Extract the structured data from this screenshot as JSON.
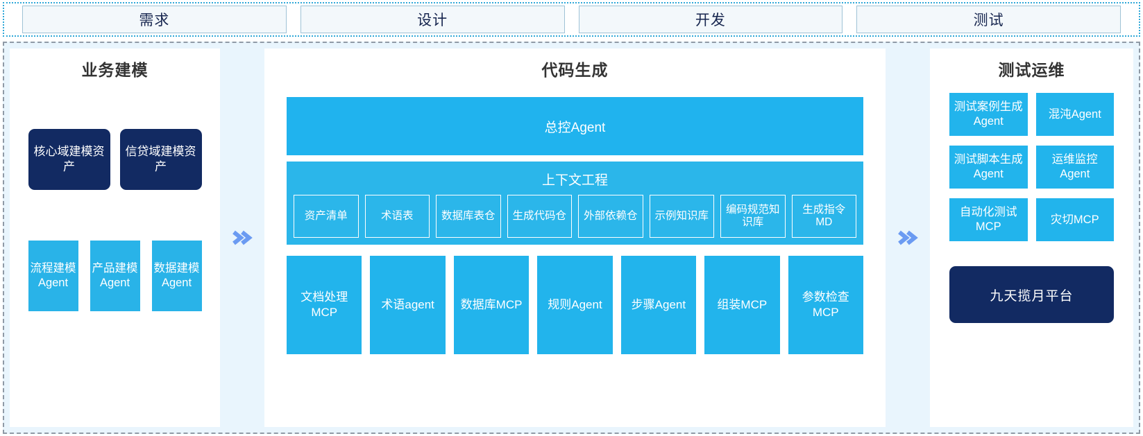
{
  "theme": {
    "accent_blue": "#22b4ec",
    "navy": "#122a62",
    "panel_bg": "#ffffff",
    "canvas_bg": "#e9f5fd",
    "arrow_blue": "#6b9bf2",
    "phase_text": "#17264f"
  },
  "phases": [
    {
      "label": "需求"
    },
    {
      "label": "设计"
    },
    {
      "label": "开发"
    },
    {
      "label": "测试"
    }
  ],
  "arrows": {
    "left_arrow": "»",
    "right_arrow": "»"
  },
  "left_panel": {
    "title": "业务建模",
    "assets": [
      {
        "label": "核心域建模资产"
      },
      {
        "label": "信贷域建模资产"
      }
    ],
    "agents": [
      {
        "label": "流程建模Agent"
      },
      {
        "label": "产品建模Agent"
      },
      {
        "label": "数据建模Agent"
      }
    ]
  },
  "center_panel": {
    "title": "代码生成",
    "controller": {
      "label": "总控Agent"
    },
    "context": {
      "title": "上下文工程",
      "items": [
        {
          "label": "资产清单"
        },
        {
          "label": "术语表"
        },
        {
          "label": "数据库表仓"
        },
        {
          "label": "生成代码仓"
        },
        {
          "label": "外部依赖仓"
        },
        {
          "label": "示例知识库"
        },
        {
          "label": "编码规范知识库"
        },
        {
          "label": "生成指令MD"
        }
      ]
    },
    "tools": [
      {
        "label": "文档处理MCP"
      },
      {
        "label": "术语agent"
      },
      {
        "label": "数据库MCP"
      },
      {
        "label": "规则Agent"
      },
      {
        "label": "步骤Agent"
      },
      {
        "label": "组装MCP"
      },
      {
        "label": "参数检查MCP"
      }
    ]
  },
  "right_panel": {
    "title": "测试运维",
    "cells": [
      {
        "label": "测试案例生成Agent"
      },
      {
        "label": "混沌Agent"
      },
      {
        "label": "测试脚本生成Agent"
      },
      {
        "label": "运维监控Agent"
      },
      {
        "label": "自动化测试MCP"
      },
      {
        "label": "灾切MCP"
      }
    ],
    "platform": {
      "label": "九天揽月平台"
    }
  }
}
